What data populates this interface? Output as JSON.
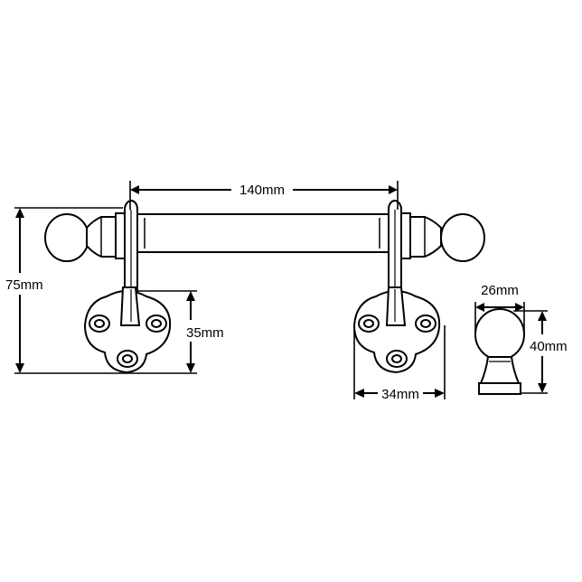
{
  "dimensions": {
    "length": "140mm",
    "height": "75mm",
    "plate_height": "35mm",
    "plate_width": "34mm",
    "knob_diameter": "26mm",
    "knob_height": "40mm"
  }
}
